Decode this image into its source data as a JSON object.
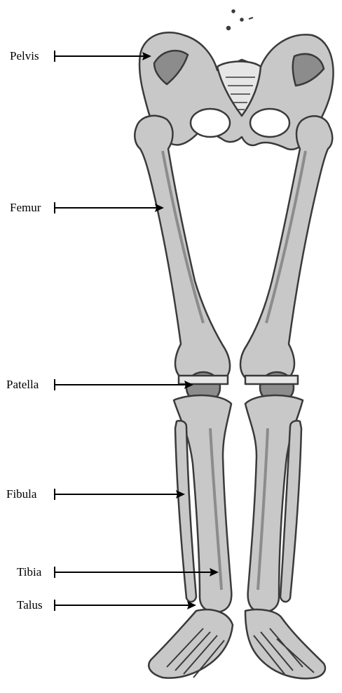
{
  "figure": {
    "labels": [
      {
        "id": "pelvis",
        "text": "Pelvis"
      },
      {
        "id": "femur",
        "text": "Femur"
      },
      {
        "id": "patella",
        "text": "Patella"
      },
      {
        "id": "fibula",
        "text": "Fibula"
      },
      {
        "id": "tibia",
        "text": "Tibia"
      },
      {
        "id": "talus",
        "text": "Talus"
      }
    ]
  },
  "colors": {
    "bone_light": "#c8c8c8",
    "bone_dark": "#8c8c8c",
    "bone_outline": "#3a3a3a",
    "bone_highlight": "#e6e6e6",
    "arrow": "#000000"
  }
}
